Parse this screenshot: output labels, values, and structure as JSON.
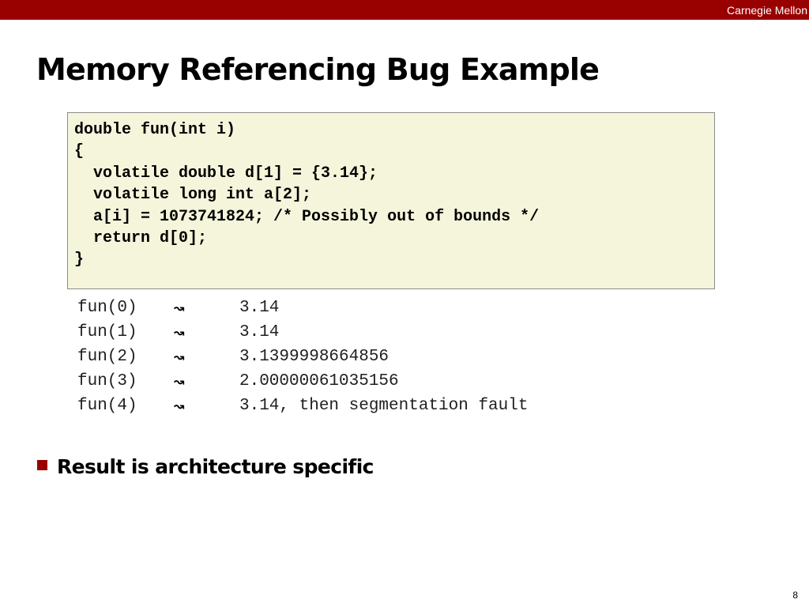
{
  "header": {
    "brand": "Carnegie Mellon",
    "accent_color": "#990000"
  },
  "slide": {
    "title": "Memory Referencing Bug Example",
    "page_number": "8"
  },
  "code": {
    "background_color": "#f5f5dc",
    "lines": [
      "double fun(int i)",
      "{",
      "  volatile double d[1] = {3.14};",
      "  volatile long int a[2];",
      "  a[i] = 1073741824; /* Possibly out of bounds */",
      "  return d[0];",
      "}"
    ]
  },
  "results": {
    "arrow_icon": "arrow-icon",
    "rows": [
      {
        "call": "fun(0)",
        "arrow": "↝",
        "value": "3.14"
      },
      {
        "call": "fun(1)",
        "arrow": "↝",
        "value": "3.14"
      },
      {
        "call": "fun(2)",
        "arrow": "↝",
        "value": "3.1399998664856"
      },
      {
        "call": "fun(3)",
        "arrow": "↝",
        "value": "2.00000061035156"
      },
      {
        "call": "fun(4)",
        "arrow": "↝",
        "value": "3.14, then segmentation fault"
      }
    ]
  },
  "bullets": [
    {
      "text": "Result is architecture specific"
    }
  ]
}
